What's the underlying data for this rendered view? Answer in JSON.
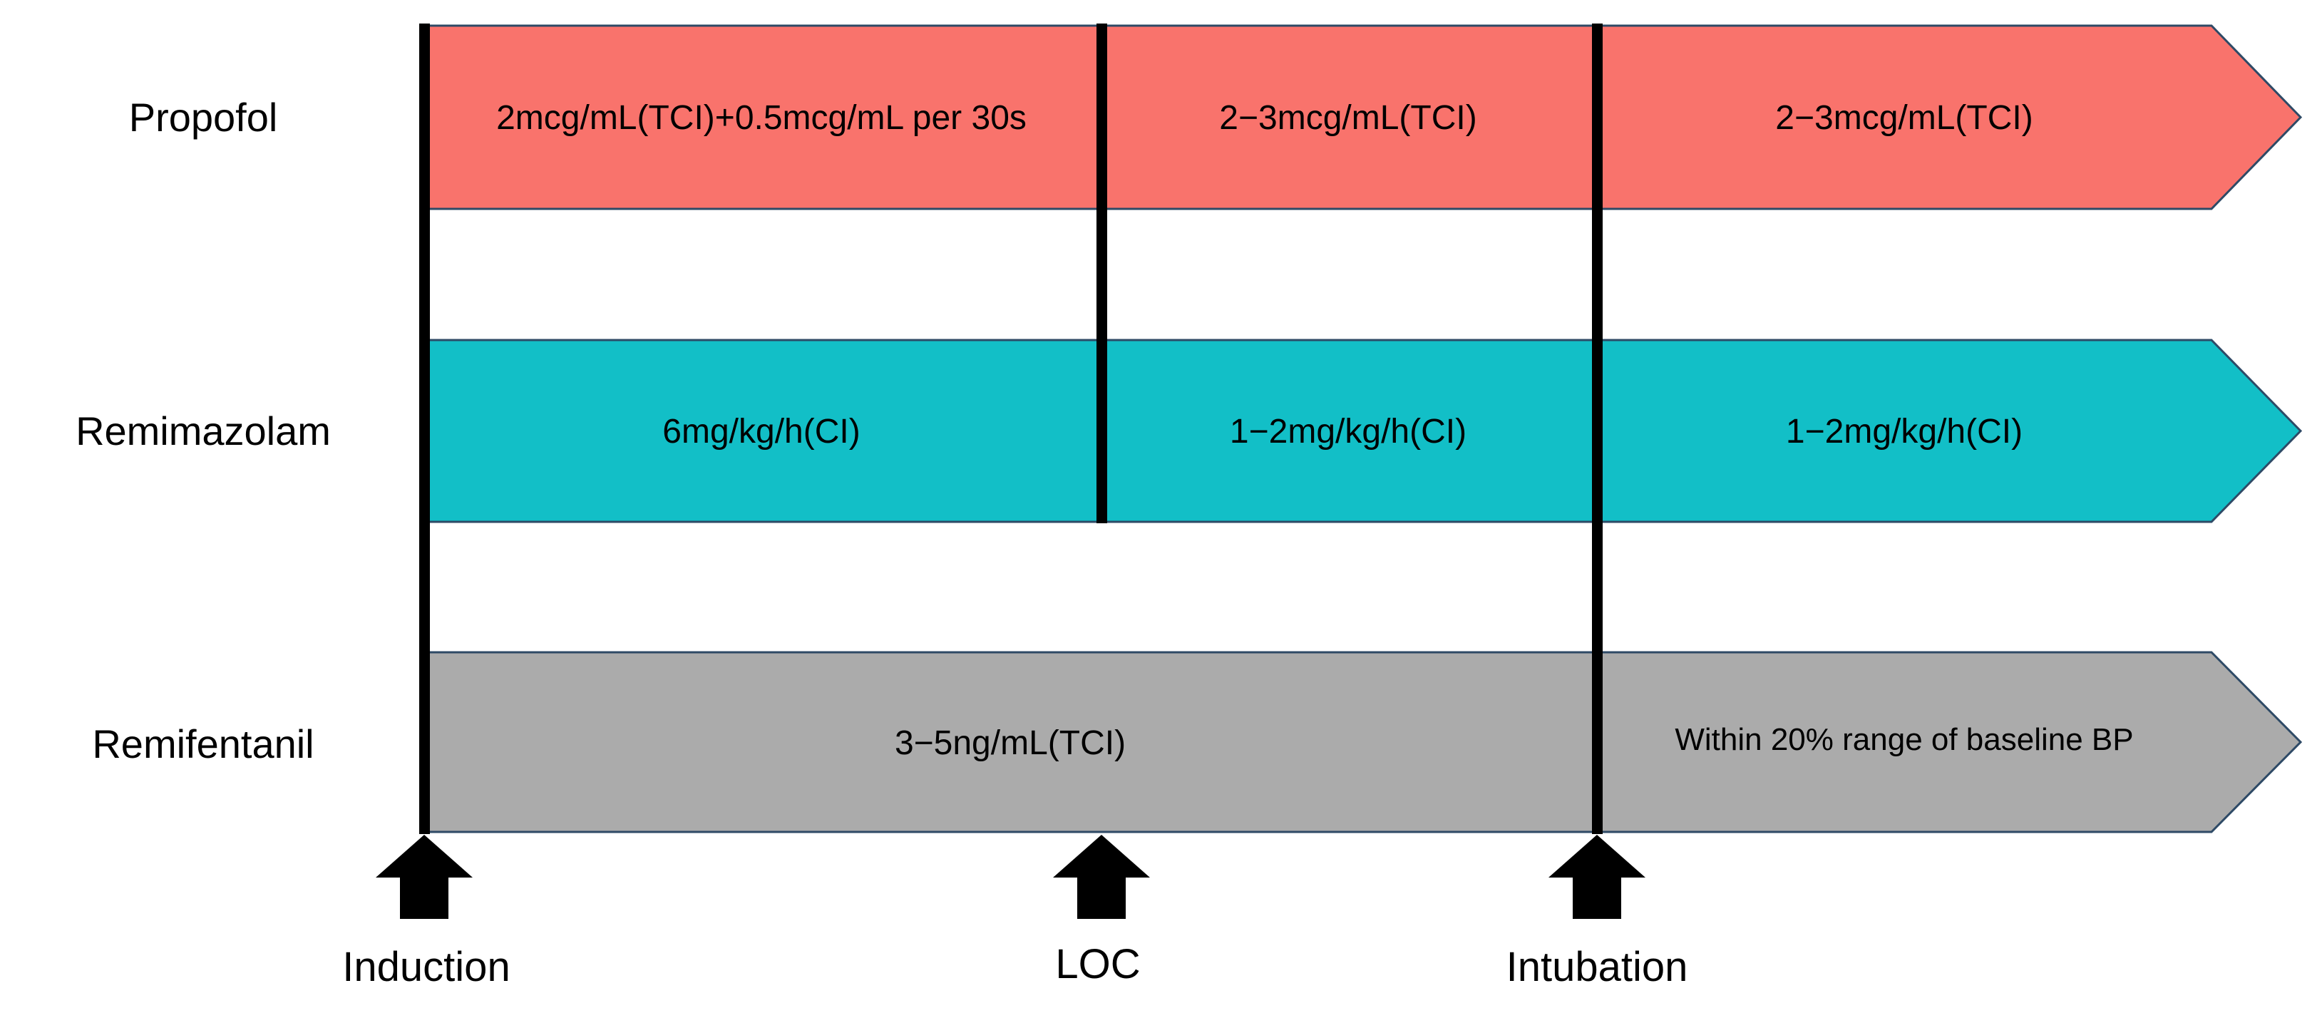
{
  "figure": {
    "description": "Anesthesia induction drug dosing timeline"
  },
  "colors": {
    "propofol_fill": "#f9736c",
    "remimazolam_fill": "#12bfc7",
    "remifentanil_fill": "#ababab",
    "outline": "#2e4a66",
    "event_line": "#000000",
    "text": "#000000",
    "background": "#ffffff"
  },
  "rows": [
    {
      "label": "Propofol",
      "segments": [
        "2mcg/mL(TCI)+0.5mcg/mL per 30s",
        "2−3mcg/mL(TCI)",
        "2−3mcg/mL(TCI)"
      ]
    },
    {
      "label": "Remimazolam",
      "segments": [
        "6mg/kg/h(CI)",
        "1−2mg/kg/h(CI)",
        "1−2mg/kg/h(CI)"
      ]
    },
    {
      "label": "Remifentanil",
      "segments": [
        "3−5ng/mL(TCI)",
        "Within 20% range of baseline BP"
      ]
    }
  ],
  "events": [
    {
      "label": "Induction"
    },
    {
      "label": "LOC"
    },
    {
      "label": "Intubation"
    }
  ]
}
